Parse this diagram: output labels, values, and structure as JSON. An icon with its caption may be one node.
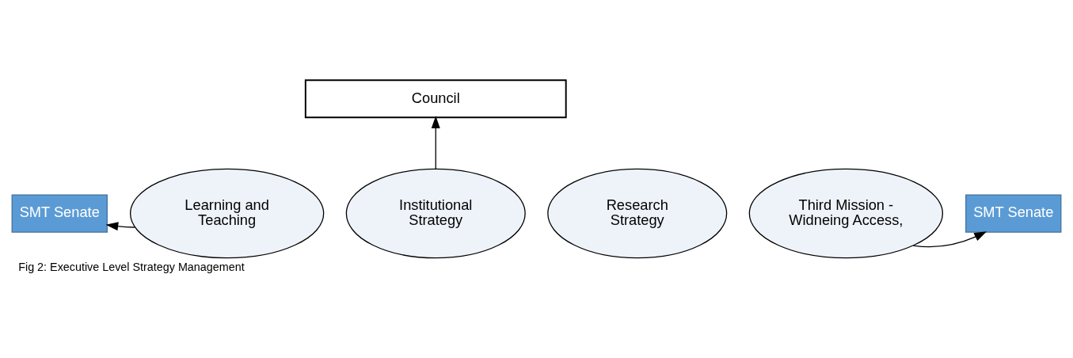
{
  "diagram": {
    "caption": "Fig 2: Executive Level Strategy Management",
    "nodes": [
      {
        "text": [
          "Council"
        ]
      },
      {
        "text": [
          "Institutional Strategy"
        ]
      },
      {
        "text": [
          "Learning and Teaching"
        ]
      },
      {
        "text": [
          "Research Strategy"
        ]
      },
      {
        "text": [
          "Third Mission - Widneing Access,"
        ]
      },
      {
        "text": [
          "SMT Senate"
        ]
      },
      {
        "text": [
          "SMT Senate"
        ]
      }
    ],
    "edges": [
      {
        "from": 1,
        "to": 0,
        "arrow": "to"
      },
      {
        "from": 2,
        "to": 5,
        "arrow": "to"
      },
      {
        "from": 4,
        "to": 6,
        "arrow": "to"
      }
    ]
  }
}
